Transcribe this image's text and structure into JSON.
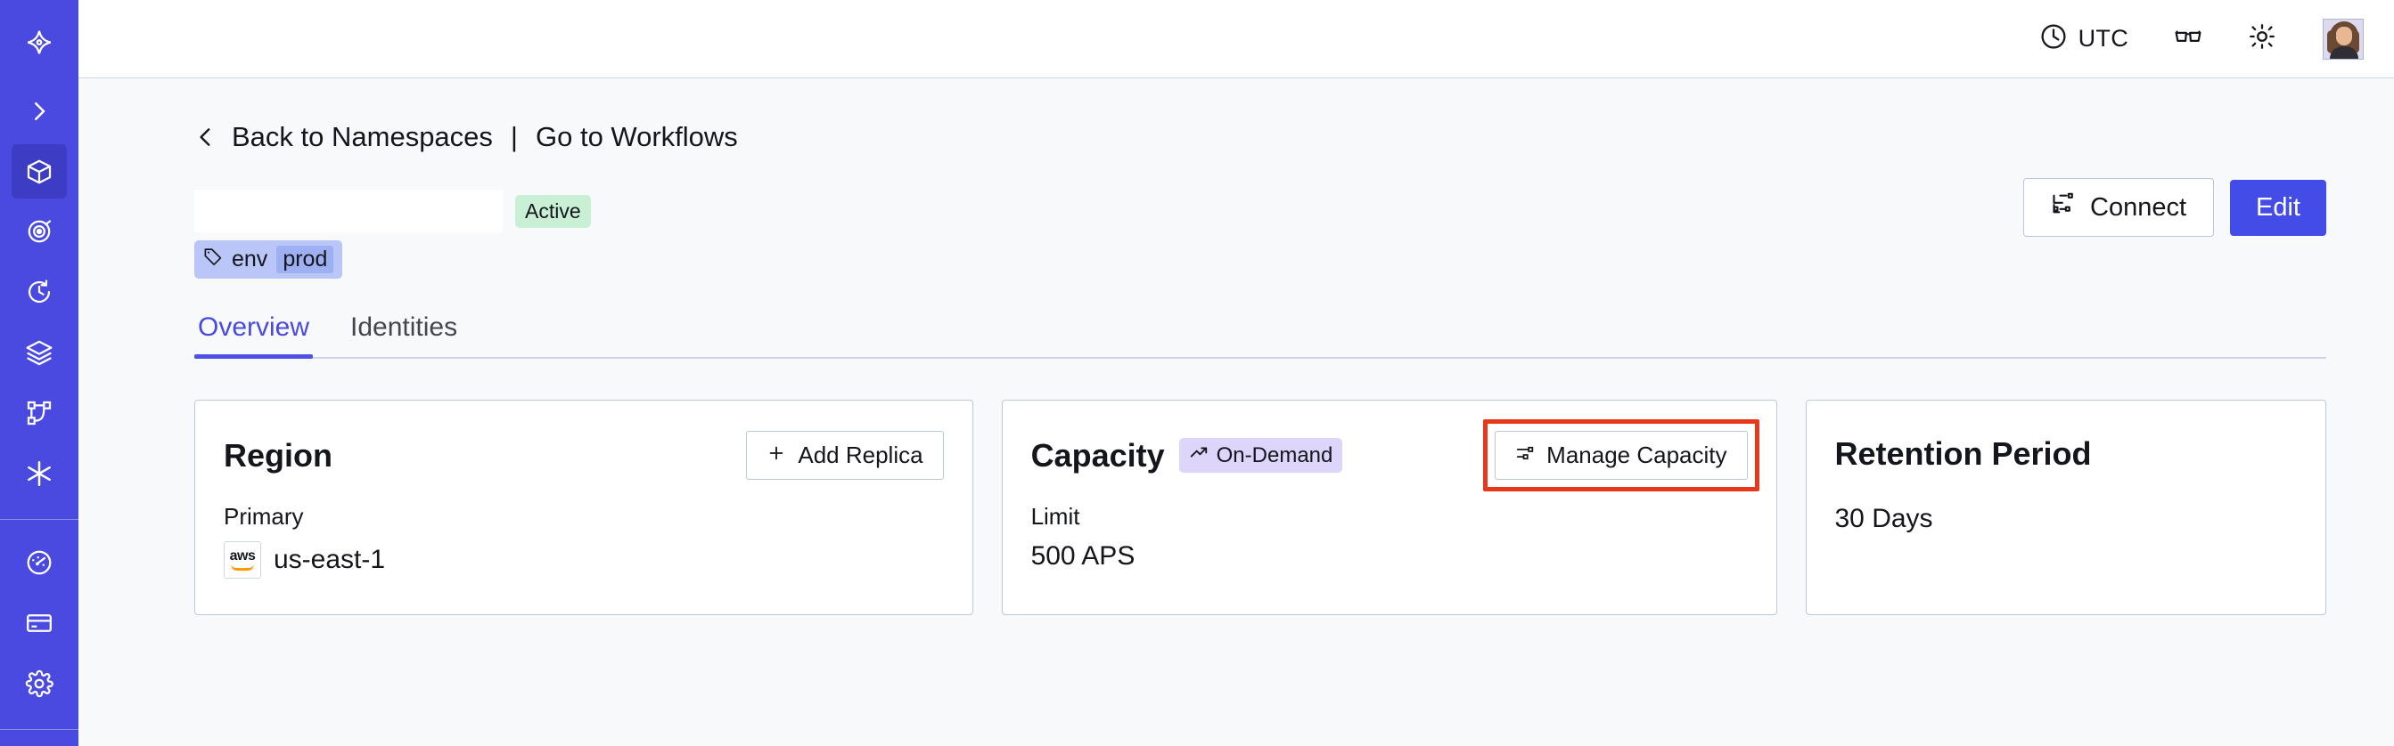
{
  "sidebar": {
    "items": [
      {
        "name": "temporal-logo",
        "label": "Temporal",
        "icon": "temporal-logo-icon",
        "active": false
      },
      {
        "name": "expand-nav",
        "label": "Expand navigation",
        "icon": "chevron-right-icon",
        "active": false
      },
      {
        "name": "namespaces",
        "label": "Namespaces",
        "icon": "cube-icon",
        "active": true
      },
      {
        "name": "observability",
        "label": "Observability",
        "icon": "eye-target-icon",
        "active": false
      },
      {
        "name": "schedules",
        "label": "Schedules",
        "icon": "clock-history-icon",
        "active": false
      },
      {
        "name": "batch-operations",
        "label": "Batch Operations",
        "icon": "layers-icon",
        "active": false
      },
      {
        "name": "nexus",
        "label": "Nexus",
        "icon": "node-tree-icon",
        "active": false
      },
      {
        "name": "integrations",
        "label": "Integrations",
        "icon": "asterisk-icon",
        "active": false
      },
      {
        "name": "usage",
        "label": "Usage",
        "icon": "gauge-icon",
        "active": false
      },
      {
        "name": "billing",
        "label": "Billing",
        "icon": "credit-card-icon",
        "active": false
      },
      {
        "name": "settings",
        "label": "Settings",
        "icon": "gear-icon",
        "active": false
      }
    ]
  },
  "topbar": {
    "timezone": "UTC",
    "clock_icon": "clock-icon",
    "glasses_icon": "glasses-icon",
    "theme_icon": "sun-icon",
    "avatar_alt": "User avatar"
  },
  "breadcrumb": {
    "back_icon": "chevron-left-icon",
    "back_label": "Back to Namespaces",
    "separator": "|",
    "forward_label": "Go to Workflows"
  },
  "header": {
    "namespace_name": "",
    "status_badge": "Active",
    "tag": {
      "icon": "tag-icon",
      "key": "env",
      "value": "prod"
    },
    "connect_label": "Connect",
    "connect_icon": "connect-flow-icon",
    "edit_label": "Edit"
  },
  "tabs": [
    {
      "label": "Overview",
      "active": true
    },
    {
      "label": "Identities",
      "active": false
    }
  ],
  "cards": {
    "region": {
      "title": "Region",
      "action_label": "Add Replica",
      "action_icon": "plus-icon",
      "label": "Primary",
      "provider_icon": "aws-logo-icon",
      "provider_text": "aws",
      "value": "us-east-1"
    },
    "capacity": {
      "title": "Capacity",
      "badge_label": "On-Demand",
      "badge_icon": "trending-up-icon",
      "action_label": "Manage Capacity",
      "action_icon": "sliders-icon",
      "action_highlighted": true,
      "label": "Limit",
      "value": "500 APS"
    },
    "retention": {
      "title": "Retention Period",
      "value": "30 Days"
    }
  },
  "colors": {
    "sidebar": "#4a4ae0",
    "sidebar_active": "#3c3cc4",
    "accent": "#444ce7",
    "tab_active": "#4a4ae0",
    "page_bg": "#f7f9fb",
    "badge_active_bg": "#c9f0d5",
    "badge_ondemand_bg": "#ded5fa",
    "tag_bg": "#b9c6f7",
    "tag_value_bg": "#9eb0f2",
    "highlight": "#e8381b",
    "card_border": "#b9c8e2",
    "aws_orange": "#ff9900"
  }
}
